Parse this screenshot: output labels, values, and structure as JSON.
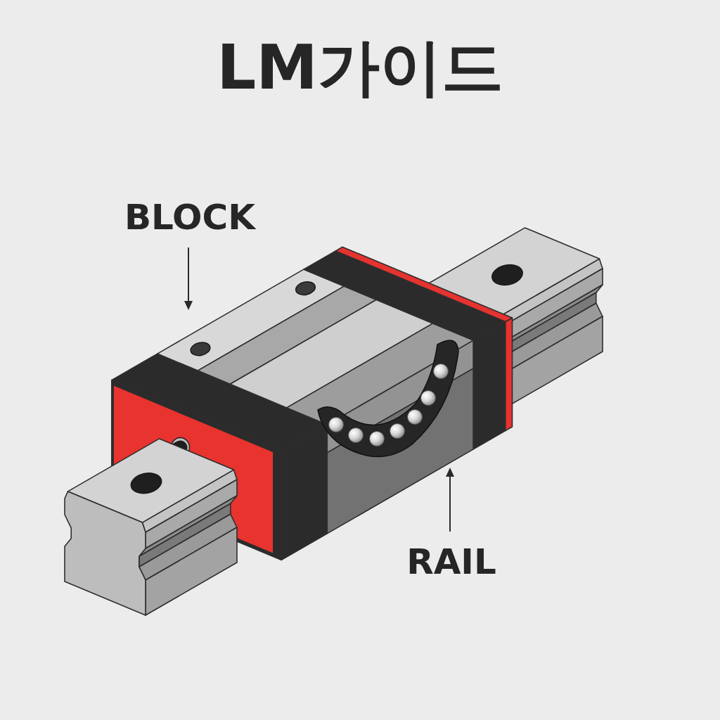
{
  "diagram": {
    "title": "LM가이드",
    "labels": [
      "BLOCK",
      "RAIL"
    ]
  }
}
